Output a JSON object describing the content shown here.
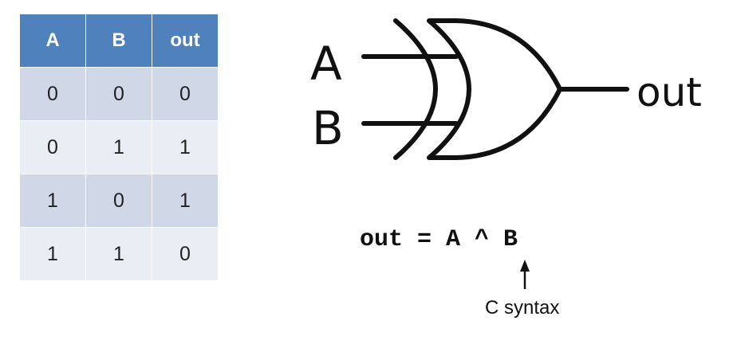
{
  "truth_table": {
    "headers": [
      "A",
      "B",
      "out"
    ],
    "rows": [
      [
        "0",
        "0",
        "0"
      ],
      [
        "0",
        "1",
        "1"
      ],
      [
        "1",
        "0",
        "1"
      ],
      [
        "1",
        "1",
        "0"
      ]
    ],
    "colors": {
      "header_bg": "#4f81bd",
      "row_dark": "#d0d8e8",
      "row_light": "#e9edf4"
    }
  },
  "gate": {
    "type": "XOR",
    "input_a_label": "A",
    "input_b_label": "B",
    "output_label": "out"
  },
  "expression": {
    "code": "out = A ^ B",
    "annotation": "C syntax"
  }
}
